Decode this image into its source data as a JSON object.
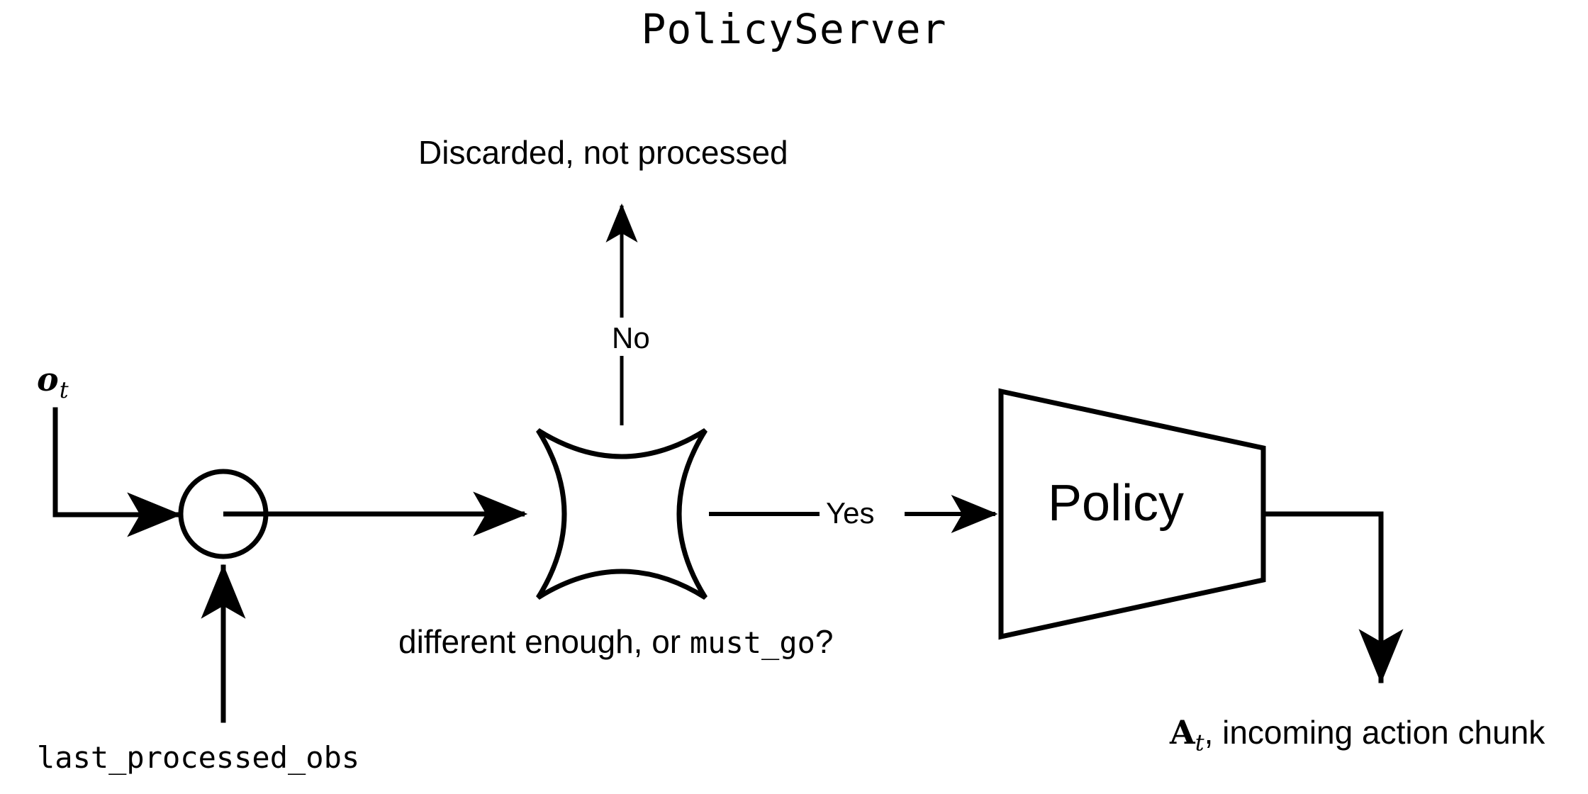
{
  "diagram": {
    "title": "PolicyServer",
    "nodes": {
      "junction": {
        "name": "comparison-junction",
        "shape": "circle"
      },
      "decision": {
        "name": "decision-node",
        "shape": "concave-star",
        "question_prefix": "different enough, or ",
        "question_code": "must_go",
        "question_suffix": "?"
      },
      "policy": {
        "name": "policy-block",
        "shape": "trapezoid",
        "label": "Policy"
      }
    },
    "edges": {
      "no_label": "No",
      "yes_label": "Yes"
    },
    "labels": {
      "discarded": "Discarded, not processed",
      "observation_symbol": "o",
      "observation_subscript": "t",
      "last_processed_obs": "last_processed_obs",
      "action_chunk_symbol": "A",
      "action_chunk_subscript": "t",
      "action_chunk_text": ", incoming action chunk"
    },
    "colors": {
      "stroke": "#000000",
      "background": "#ffffff"
    }
  }
}
